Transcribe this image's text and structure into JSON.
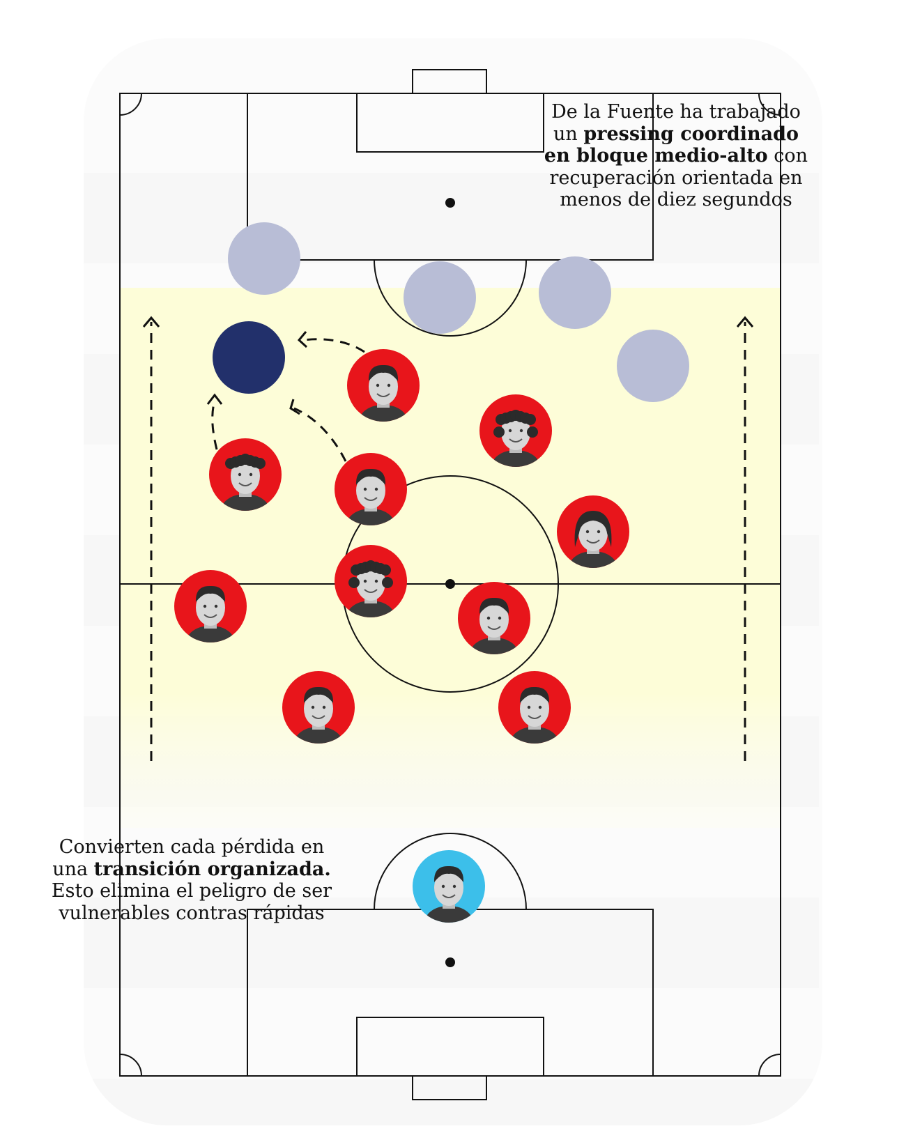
{
  "annotations": {
    "top": {
      "text_1": "De la Fuente ha trabajado",
      "text_2": "un",
      "bold_1": "pressing coordinado",
      "bold_2": "en bloque medio-alto",
      "text_3": "con",
      "text_4": "recuperación orientada en",
      "text_5": "menos de diez segundos"
    },
    "bottom": {
      "text_1": "Convierten cada pérdida en",
      "text_2": "una",
      "bold_1": "transición organizada.",
      "text_3": "Esto elimina el peligro de ser",
      "text_4": "vulnerables contras rápidas"
    }
  },
  "colors": {
    "pitch_lines": "#111111",
    "stripe": "#f7f7f7",
    "press_zone": "#fdfdd8",
    "press_zone_fade": "#fefef0",
    "team_player": "#e8151b",
    "goalkeeper": "#3cbfea",
    "opponent": "#b8bdd6",
    "opponent_ball_carrier": "#22306b",
    "face": "#d7d7d7",
    "hair": "#2b2b2b"
  },
  "legend_icons": {
    "team_player": "player-photo-icon",
    "opponent": "opponent-marker-icon",
    "press_arrow": "dashed-arrow-icon"
  },
  "players": [
    {
      "name": "player-photo-icon",
      "role": "team",
      "hair": "short"
    },
    {
      "name": "player-photo-icon",
      "role": "team",
      "hair": "curly"
    },
    {
      "name": "player-photo-icon",
      "role": "team",
      "hair": "dreads"
    },
    {
      "name": "player-photo-icon",
      "role": "team",
      "hair": "short"
    },
    {
      "name": "player-photo-icon",
      "role": "team",
      "hair": "long"
    },
    {
      "name": "player-photo-icon",
      "role": "team",
      "hair": "short"
    },
    {
      "name": "player-photo-icon",
      "role": "team",
      "hair": "curly"
    },
    {
      "name": "player-photo-icon",
      "role": "team",
      "hair": "short"
    },
    {
      "name": "player-photo-icon",
      "role": "team",
      "hair": "short"
    },
    {
      "name": "player-photo-icon",
      "role": "team",
      "hair": "short"
    },
    {
      "name": "player-photo-icon",
      "role": "goalkeeper",
      "hair": "short"
    }
  ]
}
